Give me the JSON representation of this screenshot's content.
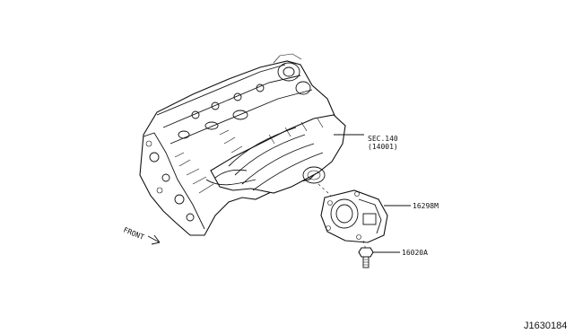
{
  "callouts": {
    "manifold_ref": "SEC.140",
    "manifold_sub": "(14001)",
    "throttle": "16298M",
    "bolt": "16020A"
  },
  "front_label": "FRONT",
  "diagram_code": "J1630184"
}
